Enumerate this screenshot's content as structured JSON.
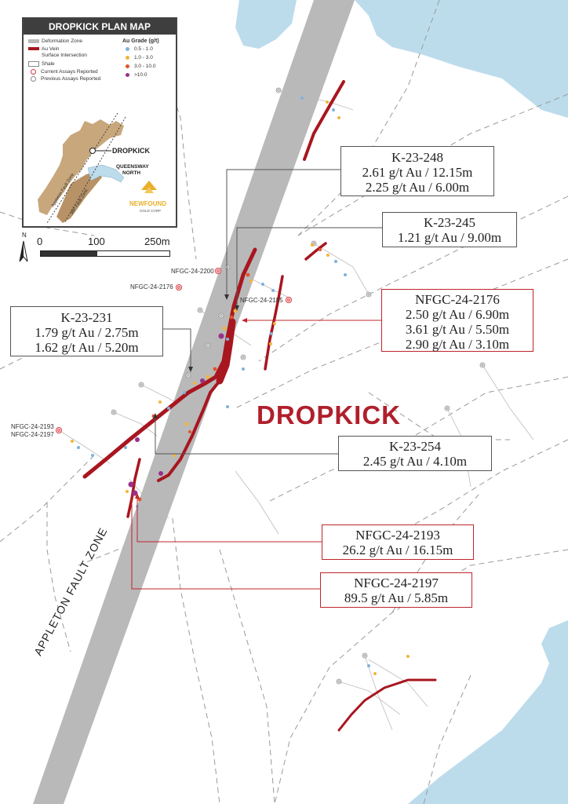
{
  "map_title": "DROPKICK PLAN MAP",
  "legend": {
    "deformation_zone": "Deformation Zone",
    "au_vein_line1": "Au Vein",
    "au_vein_line2": "Surface Intersection",
    "shale": "Shale",
    "current_assays": "Current Assays Reported",
    "previous_assays": "Previous Assays Reported",
    "grade_title": "Au Grade (g/t)",
    "grades": [
      {
        "label": "0.5 - 1.0",
        "color": "#7fb2dc"
      },
      {
        "label": "1.0 - 3.0",
        "color": "#f2b53b"
      },
      {
        "label": "3.0 - 10.0",
        "color": "#e0542a"
      },
      {
        "label": ">10.0",
        "color": "#9a2f8c"
      }
    ]
  },
  "inset": {
    "dropkick": "DROPKICK",
    "queensway_line1": "QUEENSWAY",
    "queensway_line2": "NORTH",
    "fault1": "Appleton Fault Zone",
    "fault2": "JBP Fault Zone",
    "company_line1": "NEWFOUND",
    "company_line2": "GOLD CORP"
  },
  "scale": {
    "north": "N",
    "ticks": [
      "0",
      "100",
      "250m"
    ]
  },
  "main_label": "DROPKICK",
  "fault_zone_label": "APPLETON FAULT ZONE",
  "hole_labels": [
    "NFGC-24-2200",
    "NFGC-24-2176",
    "NFGC-24-2185",
    "NFGC-24-2193",
    "NFGC-24-2197"
  ],
  "callouts": {
    "k23248": {
      "title": "K-23-248",
      "lines": [
        "2.61 g/t Au / 12.15m",
        "2.25 g/t Au / 6.00m"
      ]
    },
    "k23245": {
      "title": "K-23-245",
      "lines": [
        "1.21 g/t Au / 9.00m"
      ]
    },
    "nfgc2176": {
      "title": "NFGC-24-2176",
      "lines": [
        "2.50 g/t Au / 6.90m",
        "3.61 g/t Au / 5.50m",
        "2.90 g/t Au / 3.10m"
      ]
    },
    "k23231": {
      "title": "K-23-231",
      "lines": [
        "1.79 g/t Au / 2.75m",
        "1.62 g/t Au / 5.20m"
      ]
    },
    "k23254": {
      "title": "K-23-254",
      "lines": [
        "2.45 g/t Au / 4.10m"
      ]
    },
    "nfgc2193": {
      "title": "NFGC-24-2193",
      "lines": [
        "26.2 g/t Au / 16.15m"
      ]
    },
    "nfgc2197": {
      "title": "NFGC-24-2197",
      "lines": [
        "89.5 g/t Au / 5.85m"
      ]
    }
  },
  "colors": {
    "vein": "#a8161f",
    "fault_zone": "#b9b9b9",
    "water": "#bcdcec",
    "current_assay": "#d9353d",
    "callout_red": "#c0242c",
    "title_red": "#b01f2b",
    "shale": "#c7a77b"
  }
}
